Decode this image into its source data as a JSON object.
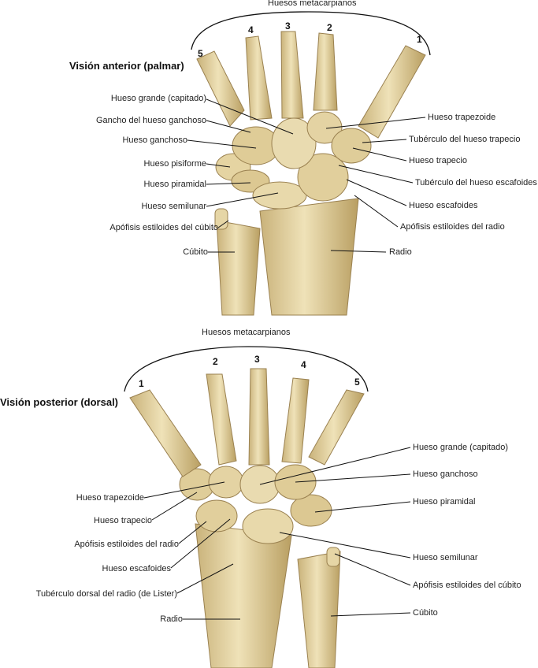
{
  "anterior": {
    "title": "Visión anterior (palmar)",
    "group_label": "Huesos metacarpianos",
    "numbers": [
      "5",
      "4",
      "3",
      "2",
      "1"
    ],
    "labels_left": [
      "Hueso grande (capitado)",
      "Gancho del hueso ganchoso",
      "Hueso ganchoso",
      "Hueso pisiforme",
      "Hueso piramidal",
      "Hueso semilunar",
      "Apófisis estiloides del cúbito",
      "Cúbito"
    ],
    "labels_right": [
      "Hueso trapezoide",
      "Tubérculo del hueso trapecio",
      "Hueso trapecio",
      "Tubérculo del hueso escafoides",
      "Hueso escafoides",
      "Apófisis estiloides del radio",
      "Radio"
    ]
  },
  "posterior": {
    "title": "Visión posterior (dorsal)",
    "group_label": "Huesos metacarpianos",
    "numbers": [
      "1",
      "2",
      "3",
      "4",
      "5"
    ],
    "labels_left": [
      "Hueso trapezoide",
      "Hueso trapecio",
      "Apófisis estiloides del radio",
      "Hueso escafoides",
      "Tubérculo dorsal del radio (de Lister)",
      "Radio"
    ],
    "labels_right": [
      "Hueso grande (capitado)",
      "Hueso ganchoso",
      "Hueso piramidal",
      "Hueso semilunar",
      "Apófisis estiloides del cúbito",
      "Cúbito"
    ]
  },
  "colors": {
    "bone": "#e3d3a2",
    "bone_shade": "#b79f67",
    "leader": "#111111"
  }
}
